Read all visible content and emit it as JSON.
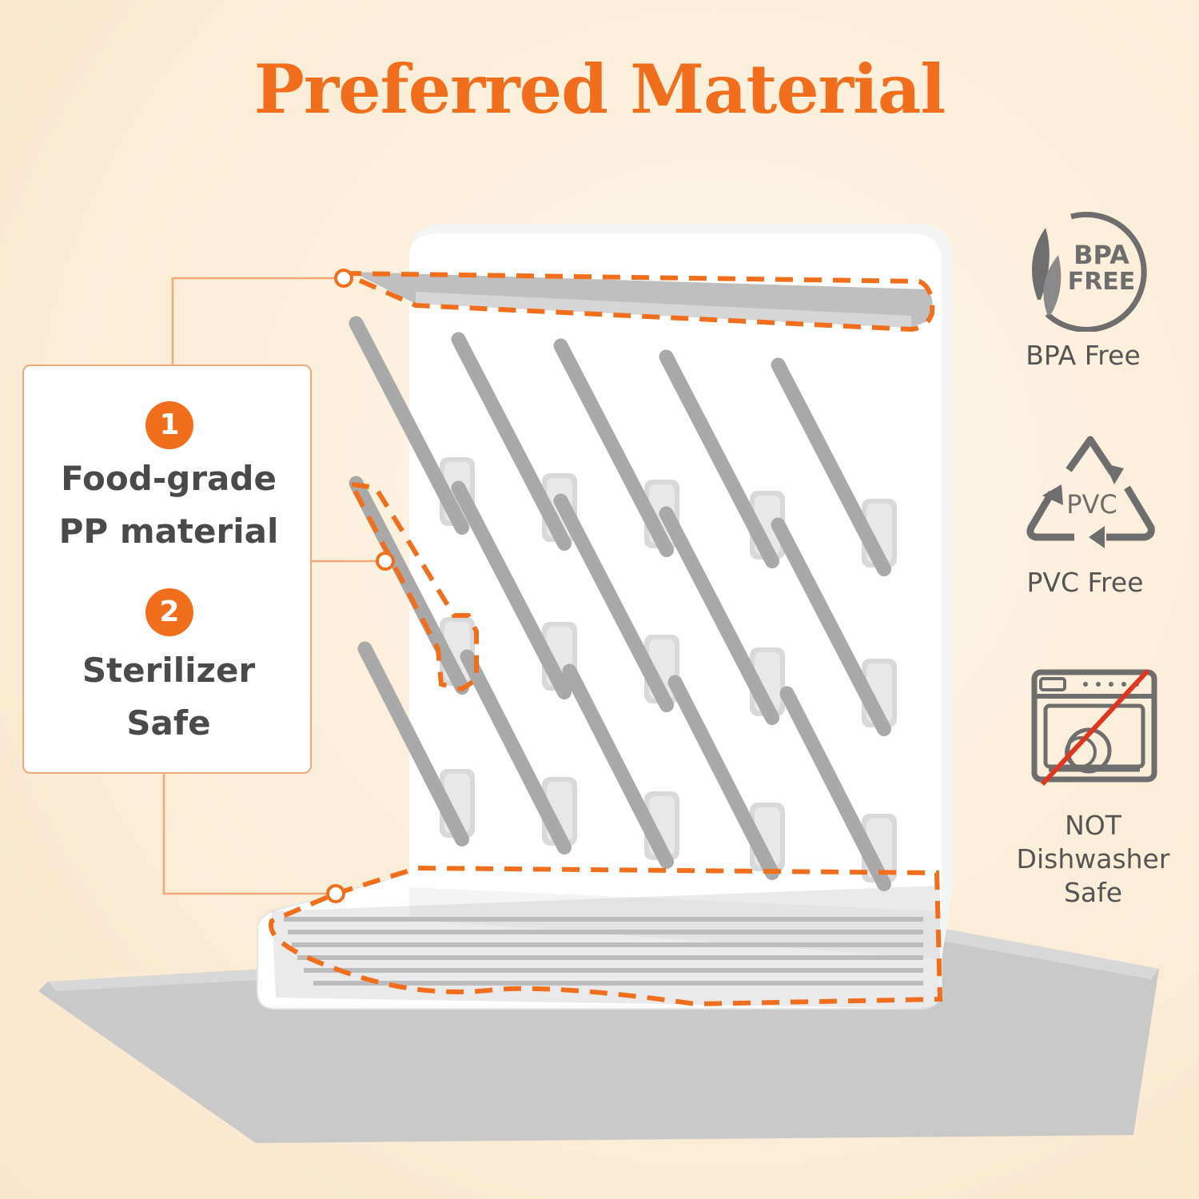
{
  "title": "Preferred Material",
  "features": [
    {
      "number": "1",
      "line1": "Food-grade",
      "line2": "PP material"
    },
    {
      "number": "2",
      "line1": "Sterilizer",
      "line2": "Safe"
    }
  ],
  "badges": {
    "bpa": {
      "icon_line1": "BPA",
      "icon_line2": "FREE",
      "label": "BPA Free"
    },
    "pvc": {
      "icon_text": "PVC",
      "label": "PVC Free"
    },
    "dishwasher": {
      "line1": "NOT",
      "line2": "Dishwasher",
      "line3": "Safe"
    }
  },
  "colors": {
    "accent": "#f16f1c",
    "gray": "#6e6e6e",
    "background": "#fbeed8"
  }
}
